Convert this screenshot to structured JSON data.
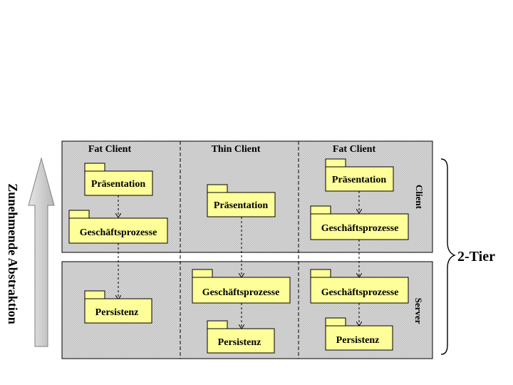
{
  "diagram": {
    "columns": [
      "Fat Client",
      "Thin Client",
      "Fat Client"
    ],
    "tiers": {
      "client": "Client",
      "server": "Server"
    },
    "brace_label": "2-Tier",
    "axis_label": "Zunehmende Abstraktion",
    "packages": {
      "c1_presentation": "Präsentation",
      "c1_business": "Geschäftsprozesse",
      "c1_persistence": "Persistenz",
      "c2_presentation": "Präsentation",
      "c2_business": "Geschäftsprozesse",
      "c2_persistence": "Persistenz",
      "c3_presentation": "Präsentation",
      "c3_business": "Geschäftsprozesse",
      "c3_business_server": "Geschäftsprozesse",
      "c3_persistence": "Persistenz"
    },
    "colors": {
      "package_fill": "#ffff99",
      "panel_fill": "#d4d4d4",
      "arrow_fill": "#c8c8c8"
    }
  }
}
